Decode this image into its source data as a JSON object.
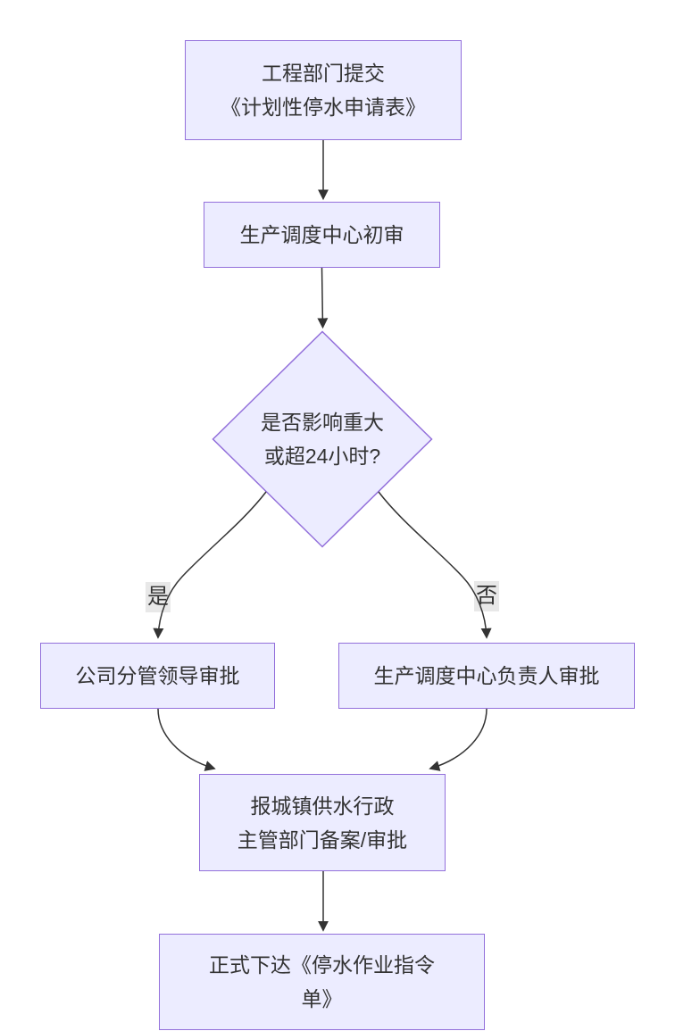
{
  "diagram": {
    "type": "flowchart",
    "direction": "top-down",
    "colors": {
      "background": "#ffffff",
      "node_fill": "#ECECFF",
      "node_border": "#9370DB",
      "edge": "#333333",
      "text": "#333333",
      "edge_label_bg": "#e8e8e8"
    },
    "nodes": {
      "submit": {
        "shape": "rect",
        "line1": "工程部门提交",
        "line2": "《计划性停水申请表》"
      },
      "initial": {
        "shape": "rect",
        "line1": "生产调度中心初审"
      },
      "decision": {
        "shape": "diamond",
        "line1": "是否影响重大",
        "line2": "或超24小时?"
      },
      "leader": {
        "shape": "rect",
        "line1": "公司分管领导审批"
      },
      "center_head": {
        "shape": "rect",
        "line1": "生产调度中心负责人审批"
      },
      "filing": {
        "shape": "rect",
        "line1": "报城镇供水行政",
        "line2": "主管部门备案/审批"
      },
      "order": {
        "shape": "rect",
        "line1": "正式下达《停水作业指令",
        "line2": "单》"
      }
    },
    "edge_labels": {
      "yes": "是",
      "no": "否"
    }
  }
}
